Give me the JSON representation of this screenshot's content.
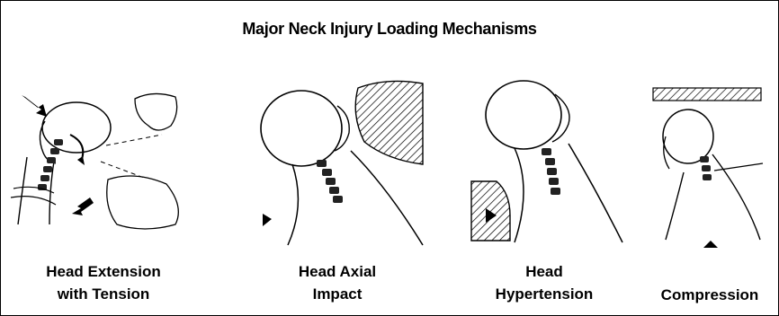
{
  "title": "Major Neck Injury Loading Mechanisms",
  "panels": [
    {
      "id": "extension",
      "caption_lines": [
        "Head Extension",
        "with Tension"
      ]
    },
    {
      "id": "axial",
      "caption_lines": [
        "Head Axial",
        "Impact"
      ]
    },
    {
      "id": "hypertension",
      "caption_lines": [
        "Head",
        "Hypertension"
      ]
    },
    {
      "id": "compression",
      "caption_lines": [
        "Compression"
      ]
    }
  ],
  "colors": {
    "line": "#000000",
    "background": "#ffffff"
  }
}
